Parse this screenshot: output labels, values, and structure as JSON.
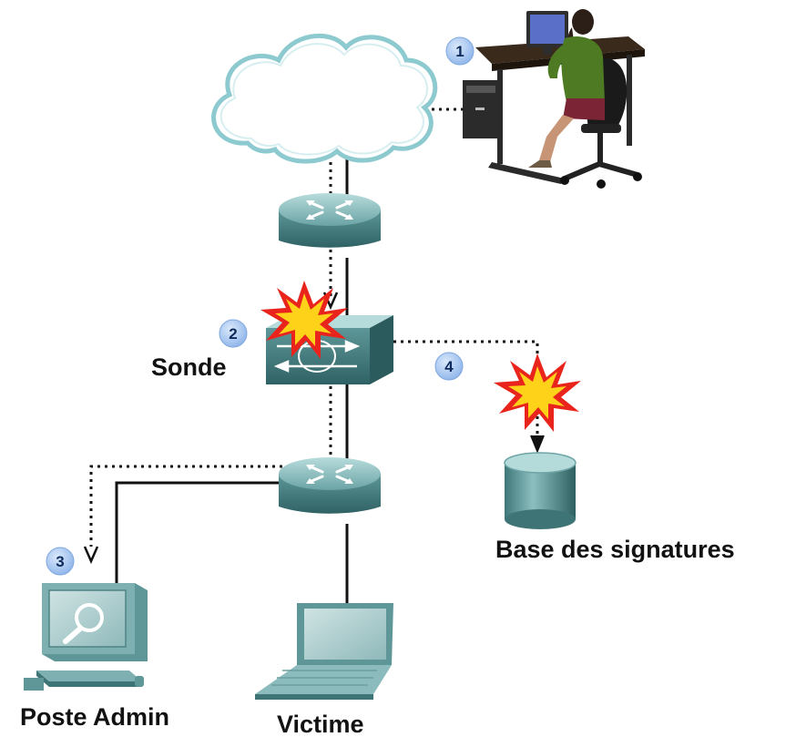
{
  "labels": {
    "sonde": "Sonde",
    "base": "Base des signatures",
    "admin": "Poste Admin",
    "victime": "Victime"
  },
  "steps": [
    "1",
    "2",
    "3",
    "4"
  ],
  "colors": {
    "device_teal": "#6fa5a7",
    "device_dark": "#3e7375",
    "badge": "#a9c9f2",
    "burst_outer": "#e8241c",
    "burst_inner": "#ffd21a",
    "cloud_stroke": "#84c2c8"
  },
  "icons": [
    "cloud-icon",
    "router-icon",
    "switch-icon",
    "database-icon",
    "workstation-icon",
    "laptop-icon",
    "attacker-icon",
    "alert-burst-icon"
  ]
}
